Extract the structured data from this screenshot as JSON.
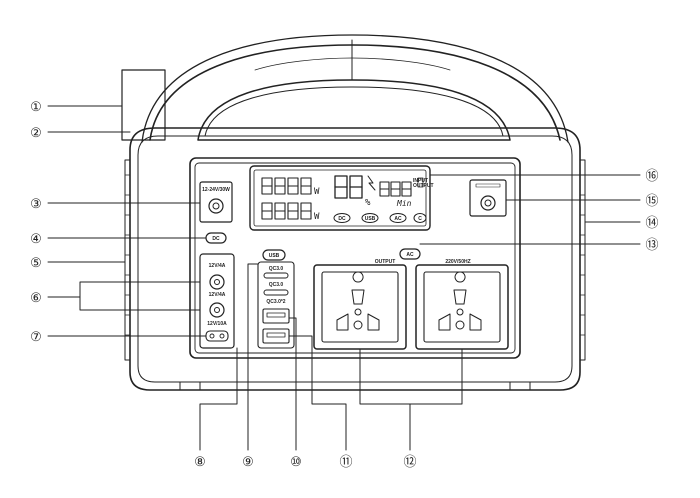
{
  "callouts": [
    "①",
    "②",
    "③",
    "④",
    "⑤",
    "⑥",
    "⑦",
    "⑧",
    "⑨",
    "⑩",
    "⑪",
    "⑫",
    "⑬",
    "⑭",
    "⑮",
    "⑯"
  ],
  "labels": {
    "dc_rating": "12-24V/30W",
    "dc_badge": "DC",
    "dc_out1": "12V/4A",
    "dc_out2": "12V/4A",
    "dc_out3": "12V/10A",
    "usb_badge": "USB",
    "qc_1": "QC3.0",
    "qc_2": "QC3.0",
    "qc_pd": "QC3.0*2",
    "ac_badge": "AC",
    "output": "OUTPUT",
    "ac_rating": "220V/50HZ",
    "lcd_watts_unit_top": "W",
    "lcd_watts_unit_bottom": "W",
    "lcd_percent": "%",
    "lcd_min": "Min",
    "lcd_dc": "DC",
    "lcd_usb": "USB",
    "lcd_ac": "AC",
    "lcd_c": "C",
    "lcd_in": "INPUT",
    "lcd_out": "OUTPUT"
  }
}
